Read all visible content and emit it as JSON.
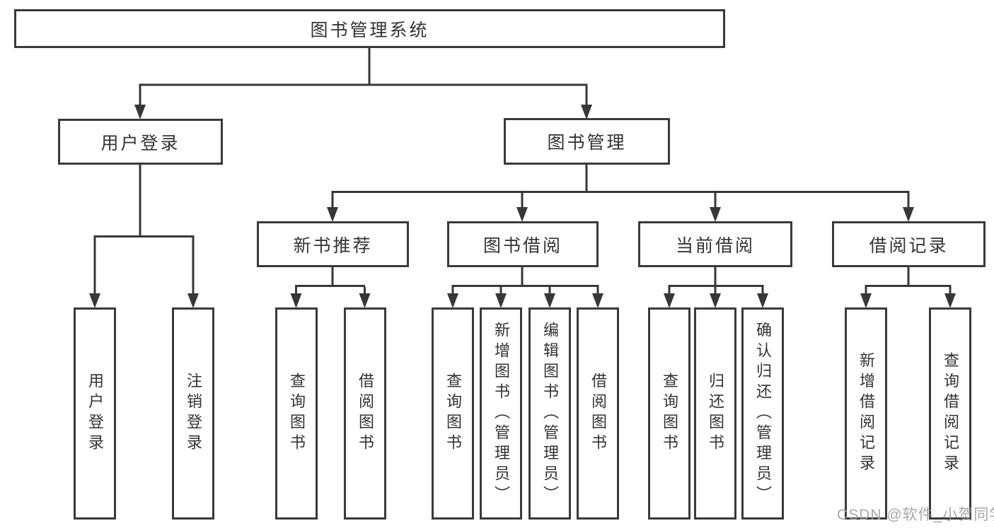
{
  "diagram_type": "hierarchy-tree",
  "root": {
    "label": "图书管理系统",
    "children": [
      {
        "label": "用户登录",
        "children": [
          {
            "label": "用户登录"
          },
          {
            "label": "注销登录"
          }
        ]
      },
      {
        "label": "图书管理",
        "children": [
          {
            "label": "新书推荐",
            "children": [
              {
                "label": "查询图书"
              },
              {
                "label": "借阅图书"
              }
            ]
          },
          {
            "label": "图书借阅",
            "children": [
              {
                "label": "查询图书"
              },
              {
                "label": "新增图书（管理员）"
              },
              {
                "label": "编辑图书（管理员）"
              },
              {
                "label": "借阅图书"
              }
            ]
          },
          {
            "label": "当前借阅",
            "children": [
              {
                "label": "查询图书"
              },
              {
                "label": "归还图书"
              },
              {
                "label": "确认归还（管理员）"
              }
            ]
          },
          {
            "label": "借阅记录",
            "children": [
              {
                "label": "新增借阅记录"
              },
              {
                "label": "查询借阅记录"
              }
            ]
          }
        ]
      }
    ]
  },
  "watermark": "CSDN @软件_小贺同学",
  "colors": {
    "line": "#373737",
    "box_border": "#3a3a3a",
    "text": "#333333",
    "watermark": "#9e9e9e",
    "background": "#ffffff"
  }
}
